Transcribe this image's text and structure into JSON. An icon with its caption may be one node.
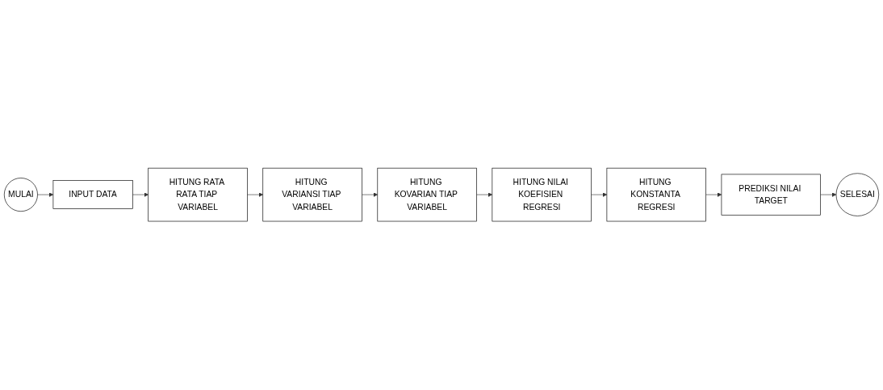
{
  "diagram": {
    "nodes": [
      {
        "text": [
          "MULAI"
        ]
      },
      {
        "text": [
          "INPUT DATA"
        ]
      },
      {
        "text": [
          "HITUNG RATA RATA TIAP VARIABEL"
        ]
      },
      {
        "text": [
          "HITUNG VARIANSI TIAP VARIABEL"
        ]
      },
      {
        "text": [
          "HITUNG KOVARIAN TIAP VARIABEL"
        ]
      },
      {
        "text": [
          "HITUNG NILAI KOEFISIEN REGRESI"
        ]
      },
      {
        "text": [
          "HITUNG KONSTANTA REGRESI"
        ]
      },
      {
        "text": [
          "PREDIKSI NILAI TARGET"
        ]
      },
      {
        "text": [
          "SELESAI"
        ]
      }
    ],
    "edges": [
      {
        "from": 0,
        "to": 1,
        "arrow": "to"
      },
      {
        "from": 1,
        "to": 2,
        "arrow": "to"
      },
      {
        "from": 2,
        "to": 3,
        "arrow": "to"
      },
      {
        "from": 3,
        "to": 4,
        "arrow": "to"
      },
      {
        "from": 4,
        "to": 5,
        "arrow": "to"
      },
      {
        "from": 5,
        "to": 6,
        "arrow": "to"
      },
      {
        "from": 6,
        "to": 7,
        "arrow": "to"
      },
      {
        "from": 7,
        "to": 8,
        "arrow": "to"
      }
    ]
  }
}
